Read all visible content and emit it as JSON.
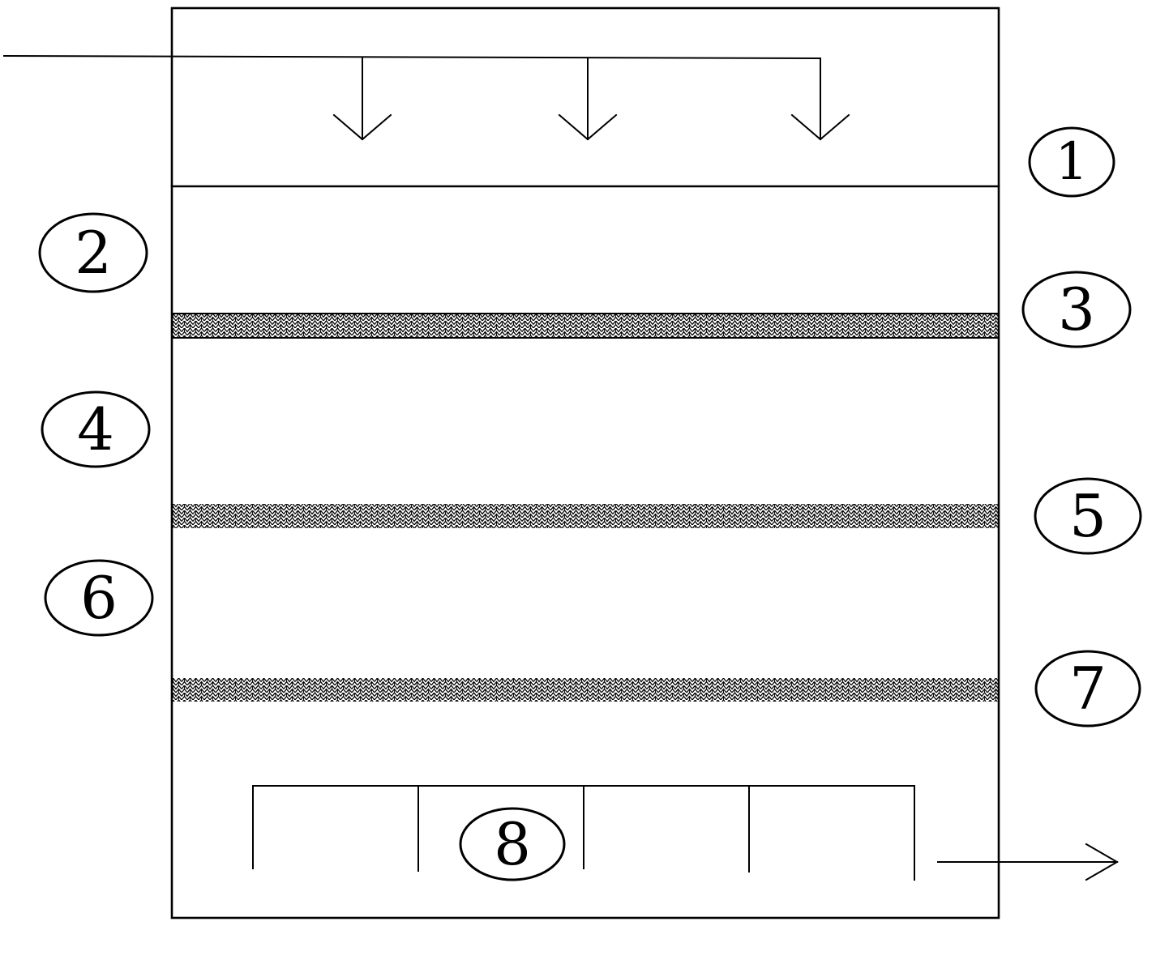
{
  "labels": [
    "1",
    "2",
    "3",
    "4",
    "5",
    "6",
    "7",
    "8"
  ],
  "colors": {
    "stroke": "#000000",
    "background": "#ffffff"
  }
}
